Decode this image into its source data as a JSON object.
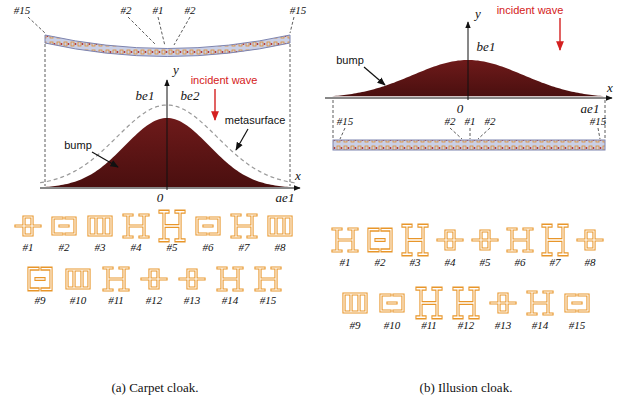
{
  "diagram": {
    "labels": [
      "#15",
      "#2",
      "#1",
      "#2",
      "#15",
      "y",
      "incident wave",
      "be1",
      "be2",
      "bump",
      "metasurface",
      "0",
      "ae1",
      "x",
      "#1",
      "#2",
      "#3",
      "#4",
      "#5",
      "#6",
      "#7",
      "#8",
      "#9",
      "#10",
      "#11",
      "#12",
      "#13",
      "#14",
      "#15",
      "(a) Carpet cloak.",
      "y",
      "incident wave",
      "bump",
      "be1",
      "0",
      "ae1",
      "x",
      "#15",
      "#2",
      "#1",
      "#2",
      "#15",
      "#1",
      "#2",
      "#3",
      "#4",
      "#5",
      "#6",
      "#7",
      "#8",
      "#9",
      "#10",
      "#11",
      "#12",
      "#13",
      "#14",
      "#15",
      "(b) Illusion cloak."
    ]
  }
}
